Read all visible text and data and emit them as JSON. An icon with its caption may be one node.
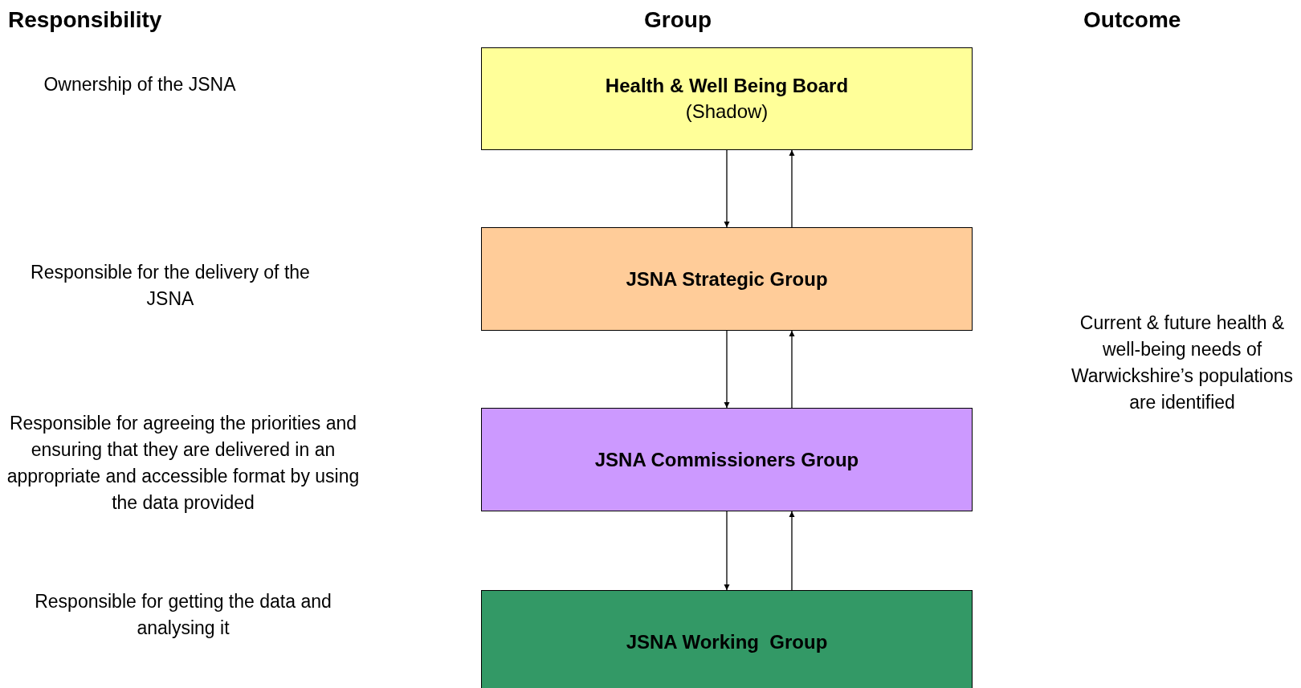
{
  "diagram": {
    "nodes": [
      {
        "text": [
          "Health & Well Being Board",
          "(Shadow)"
        ]
      },
      {
        "text": [
          "JSNA Strategic Group"
        ]
      },
      {
        "text": [
          "JSNA Commissioners Group"
        ]
      },
      {
        "text": [
          "JSNA Working  Group"
        ]
      }
    ],
    "edges": [
      {
        "from": 0,
        "to": 1,
        "arrow": "to"
      },
      {
        "from": 1,
        "to": 0,
        "arrow": "to"
      },
      {
        "from": 1,
        "to": 2,
        "arrow": "to"
      },
      {
        "from": 2,
        "to": 1,
        "arrow": "to"
      },
      {
        "from": 2,
        "to": 3,
        "arrow": "to"
      },
      {
        "from": 3,
        "to": 2,
        "arrow": "to"
      }
    ],
    "labels": [
      "Responsibility",
      "Group",
      "Outcome",
      "Ownership of the JSNA",
      "Responsible for the delivery of the JSNA",
      "Responsible for agreeing the priorities and ensuring that they are delivered in an appropriate and accessible format by using the data provided",
      "Current & future health & well-being needs of Warwickshire’s populations are identified",
      "Responsible for getting the data and analysing it"
    ]
  }
}
